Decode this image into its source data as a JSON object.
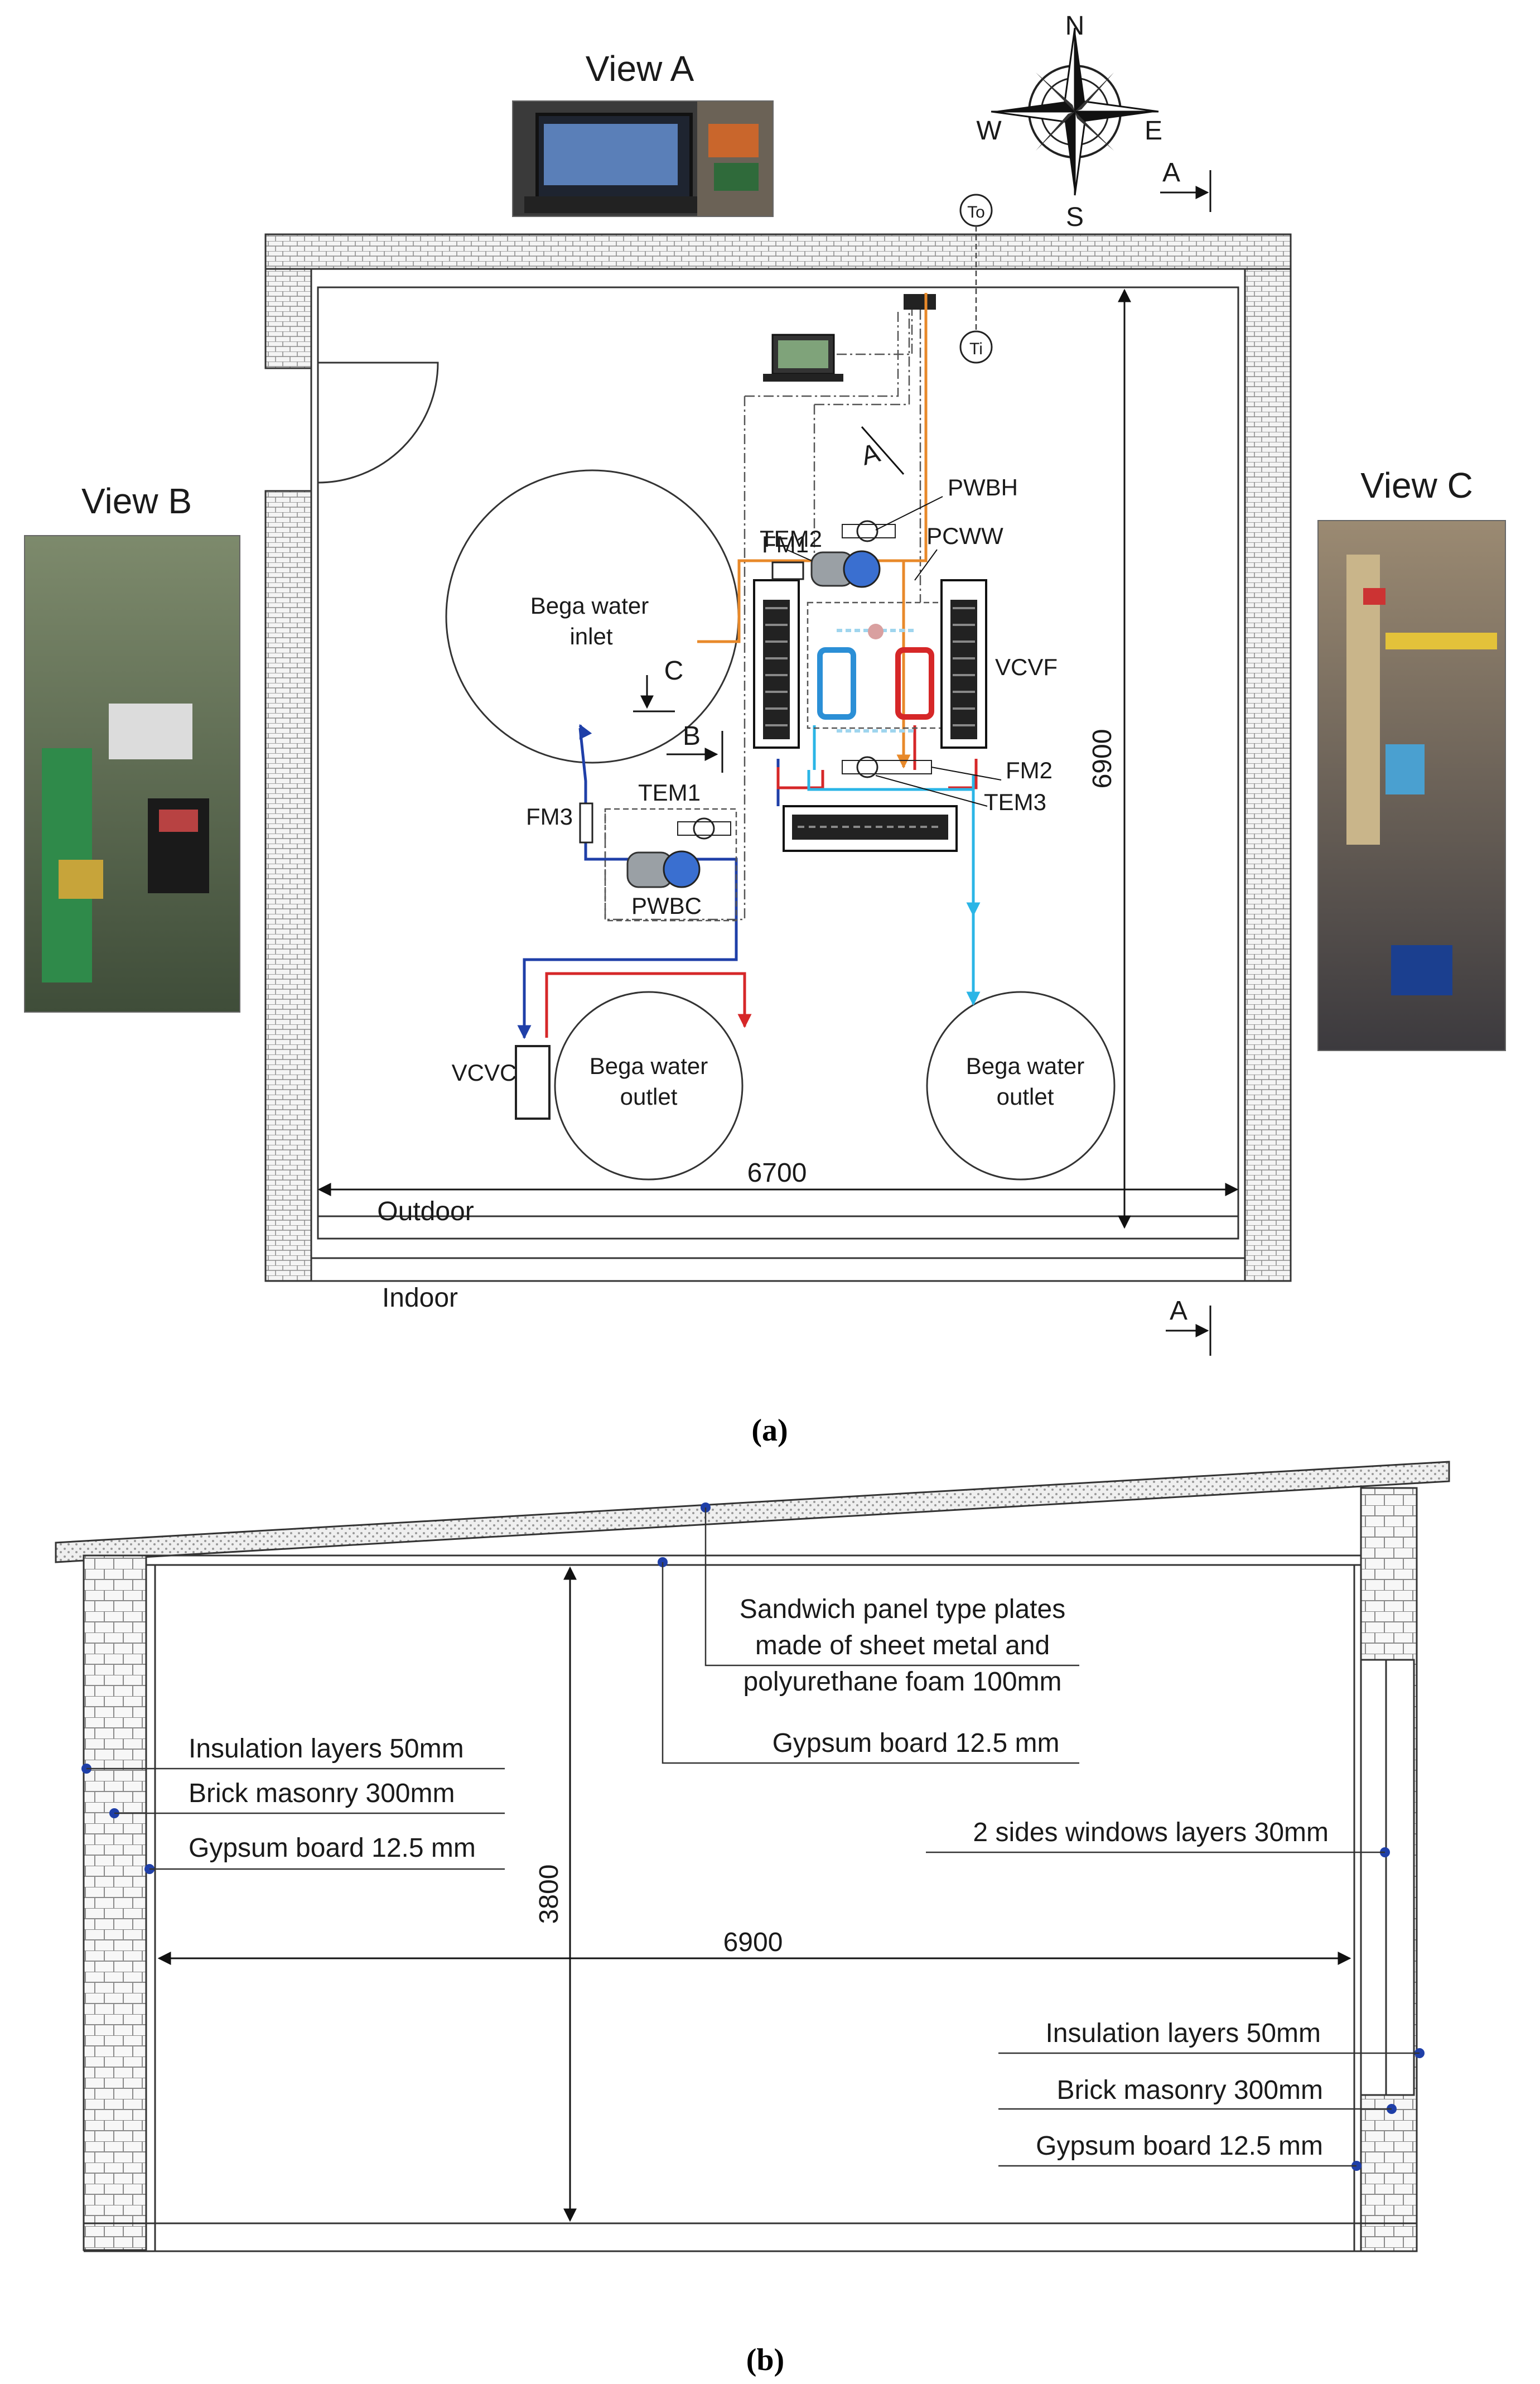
{
  "figure_a": {
    "caption": "(a)",
    "views": {
      "a": "View A",
      "b": "View B",
      "c": "View C"
    },
    "compass": {
      "n": "N",
      "s": "S",
      "e": "E",
      "w": "W"
    },
    "section_marks": {
      "a": "A",
      "b": "B",
      "c": "C"
    },
    "sensors": {
      "outdoor": "To",
      "indoor": "Ti"
    },
    "components": {
      "tem1": "TEM1",
      "tem2": "TEM2",
      "tem3": "TEM3",
      "fm1": "FM1",
      "fm2": "FM2",
      "fm3": "FM3",
      "pw_bh": "PWBH",
      "pc_ww": "PCWW",
      "pw_bc": "PWBC",
      "vcv_f": "VCVF",
      "vcv_c": "VCVC"
    },
    "tanks": {
      "inlet_line1": "Bega water",
      "inlet_line2": "inlet",
      "outlet_line1": "Bega water",
      "outlet_line2": "outlet"
    },
    "dimensions": {
      "width": "6700",
      "depth": "6900"
    },
    "labels": {
      "outdoor": "Outdoor",
      "indoor": "Indoor"
    },
    "colors": {
      "hot": "#d62728",
      "cold": "#1f3fa8",
      "source": "#e8892a",
      "cooled": "#2bb5e6",
      "wall": "#555555"
    }
  },
  "figure_b": {
    "caption": "(b)",
    "roof_label_1": "Sandwich panel type plates",
    "roof_label_2": "made of sheet metal and",
    "roof_label_3": "polyurethane foam 100mm",
    "ceiling_label": "Gypsum board 12.5 mm",
    "left_layers": [
      "Insulation layers 50mm",
      "Brick masonry 300mm",
      "Gypsum board 12.5 mm"
    ],
    "window_label": "2 sides windows layers 30mm",
    "right_layers": [
      "Insulation layers 50mm",
      "Brick masonry 300mm",
      "Gypsum board 12.5 mm"
    ],
    "dimensions": {
      "height": "3800",
      "width": "6900"
    }
  }
}
